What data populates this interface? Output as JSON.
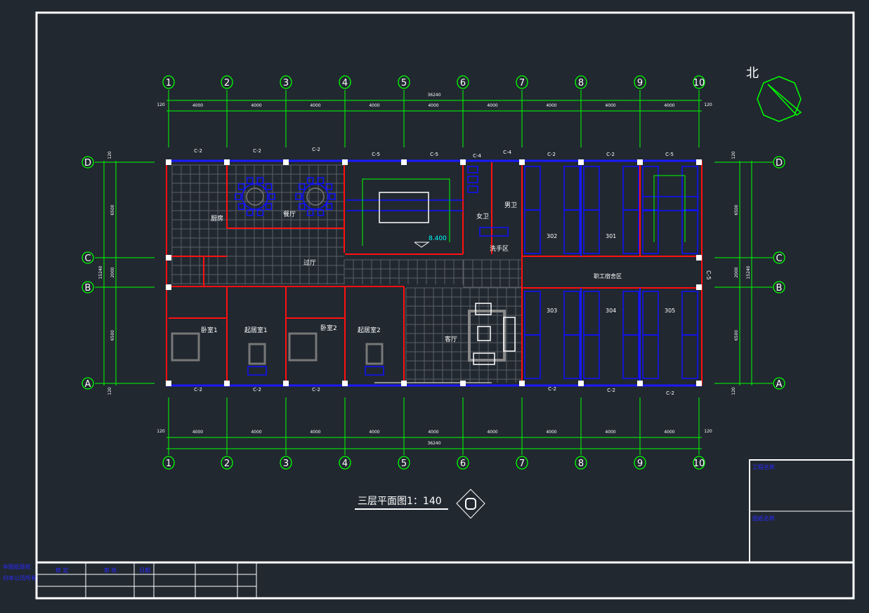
{
  "drawing": {
    "title": "三层平面图1：140",
    "north_label": "北",
    "elevation": "8.400",
    "axes_x": [
      "1",
      "2",
      "3",
      "4",
      "5",
      "6",
      "7",
      "8",
      "9",
      "10"
    ],
    "axes_y": [
      "D",
      "C",
      "B",
      "A"
    ],
    "dims_x": [
      "4000",
      "4000",
      "4000",
      "4000",
      "4000",
      "4000",
      "4000",
      "4000",
      "4000"
    ],
    "dim_total_x": "36240",
    "dim_edge": "120",
    "dims_y": [
      "6500",
      "2000",
      "6500"
    ],
    "dim_total_y": "15240",
    "windows_top": [
      "C-2",
      "C-2",
      "C-2",
      "C-5",
      "C-5",
      "C-4",
      "C-4",
      "C-2",
      "C-2",
      "C-5"
    ],
    "windows_bottom": [
      "C-2",
      "C-2",
      "C-2",
      "C-2",
      "C-2",
      "C-2"
    ],
    "window_right": "C-5",
    "rooms": {
      "kitchen": "厨房",
      "dining": "餐厅",
      "hall": "过厅",
      "bedroom1": "卧室1",
      "living1": "起居室1",
      "bedroom2": "卧室2",
      "living2": "起居室2",
      "lounge": "客厅",
      "womens_wc": "女卫",
      "mens_wc": "男卫",
      "washing": "洗手区",
      "r302": "302",
      "r301": "301",
      "r303": "303",
      "r304": "304",
      "r305": "305",
      "staff_dorm": "职工宿舍区"
    }
  },
  "title_block": {
    "project_name": "工程名称",
    "drawing_name": "图纸名称",
    "approve": "审 定",
    "review": "审 核",
    "date": "日期",
    "side_note_1": "本图纸版权",
    "side_note_2": "归本公司所有"
  },
  "colors": {
    "background": "#212830",
    "axis": "#00ff00",
    "wall": "#ff0000",
    "furniture": "#0000ff",
    "floor": "#6a6a6a"
  }
}
